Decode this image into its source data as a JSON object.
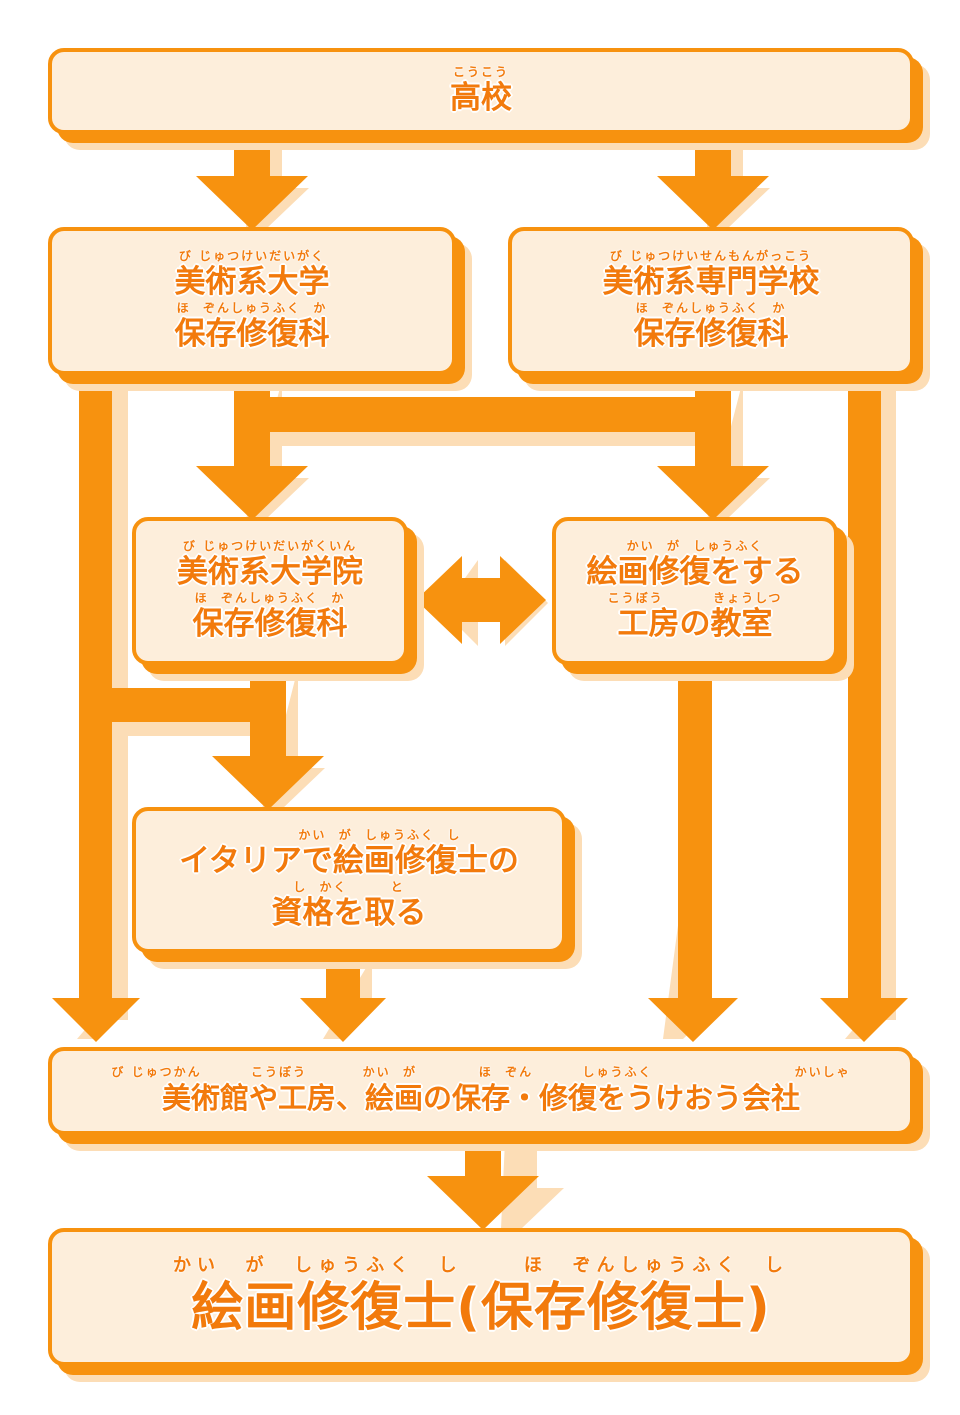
{
  "colors": {
    "arrow": "#f7920f",
    "arrow_shadow": "#fcddb6",
    "box_fill": "#fdeedb",
    "box_border": "#f7920f",
    "text": "#f27a0c"
  },
  "nodes": {
    "high_school": {
      "lines": [
        {
          "ruby": "こうこう",
          "text": "高校"
        }
      ]
    },
    "art_university": {
      "lines": [
        {
          "ruby": "び じゅつけいだいがく",
          "text": "美術系大学"
        },
        {
          "ruby": "ほ  ぞんしゅうふく  か",
          "text": "保存修復科"
        }
      ]
    },
    "art_vocational_school": {
      "lines": [
        {
          "ruby": "び じゅつけいせんもんがっこう",
          "text": "美術系専門学校"
        },
        {
          "ruby": "ほ  ぞんしゅうふく  か",
          "text": "保存修復科"
        }
      ]
    },
    "art_graduate_school": {
      "lines": [
        {
          "ruby": "び じゅつけいだいがくいん",
          "text": "美術系大学院"
        },
        {
          "ruby": "ほ  ぞんしゅうふく  か",
          "text": "保存修復科"
        }
      ]
    },
    "restoration_workshop_class": {
      "lines": [
        {
          "ruby": "かい  が  しゅうふく",
          "text": "絵画修復をする"
        },
        {
          "ruby": "こうぼう        きょうしつ",
          "text": "工房の教室"
        }
      ]
    },
    "italy_qualification": {
      "lines": [
        {
          "ruby": "          かい  が  しゅうふく  し",
          "text": "イタリアで絵画修復士の"
        },
        {
          "ruby": "し  かく       と",
          "text": "資格を取る"
        }
      ]
    },
    "employers": {
      "lines": [
        {
          "ruby": "び じゅつかん        こうぼう         かい  が          ほ  ぞん        しゅうふく                       かいしゃ",
          "text": "美術館や工房、絵画の保存・修復をうけおう会社"
        }
      ]
    },
    "painting_restorer": {
      "lines": [
        {
          "ruby": "かい  が  しゅうふく  し     ほ  ぞんしゅうふく  し",
          "text": "絵画修復士(保存修復士)"
        }
      ]
    }
  },
  "edges": [
    {
      "from": "high_school",
      "to": "art_university",
      "type": "arrow"
    },
    {
      "from": "high_school",
      "to": "art_vocational_school",
      "type": "arrow"
    },
    {
      "from": "art_university",
      "to": "art_graduate_school",
      "type": "arrow"
    },
    {
      "from": "art_university",
      "to": "restoration_workshop_class",
      "type": "arrow"
    },
    {
      "from": "art_vocational_school",
      "to": "art_graduate_school",
      "type": "arrow"
    },
    {
      "from": "art_vocational_school",
      "to": "restoration_workshop_class",
      "type": "arrow"
    },
    {
      "from": "art_university",
      "to": "employers",
      "type": "arrow"
    },
    {
      "from": "art_university",
      "to": "italy_qualification",
      "type": "arrow"
    },
    {
      "from": "art_graduate_school",
      "to": "italy_qualification",
      "type": "arrow"
    },
    {
      "from": "art_graduate_school",
      "to": "restoration_workshop_class",
      "type": "bidirectional"
    },
    {
      "from": "italy_qualification",
      "to": "employers",
      "type": "arrow"
    },
    {
      "from": "restoration_workshop_class",
      "to": "employers",
      "type": "arrow"
    },
    {
      "from": "art_vocational_school",
      "to": "employers",
      "type": "arrow"
    },
    {
      "from": "employers",
      "to": "painting_restorer",
      "type": "arrow"
    }
  ]
}
